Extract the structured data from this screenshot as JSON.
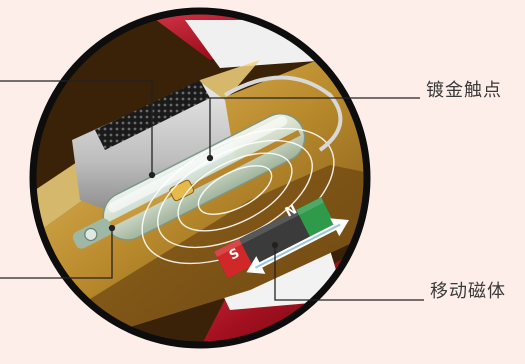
{
  "diagram": {
    "colors": {
      "background": "#fdeee9",
      "frame": "#0d0d0d",
      "housing_red": "#b0152a",
      "brass": "#c9962e",
      "glass": "#dbe8df",
      "leader_line": "#222222",
      "pole_s": "#d02828",
      "pole_n": "#2e9a4a"
    },
    "labels": {
      "gold_contacts": "镀金触点",
      "moving_magnet": "移动磁体"
    },
    "magnet_poles": {
      "south": "S",
      "north": "N"
    },
    "icons": [
      "double-arrow-icon"
    ]
  }
}
